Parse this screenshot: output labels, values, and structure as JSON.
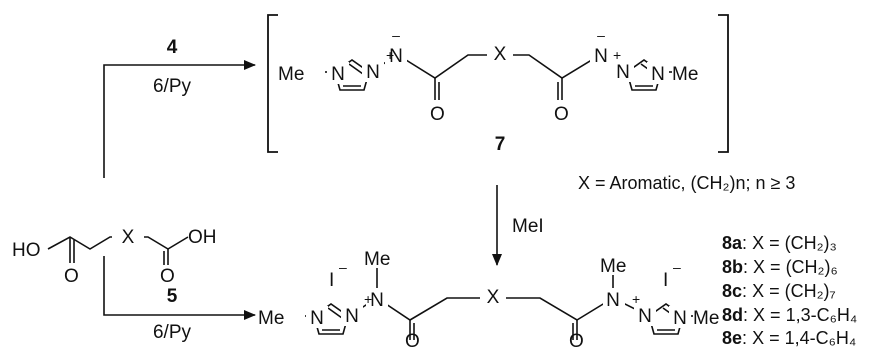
{
  "reagents": {
    "top_above": "4",
    "top_below": "6/Py",
    "bottom_above": "5",
    "bottom_below": "6/Py",
    "methylation": "MeI"
  },
  "compound_7_label": "7",
  "atoms": {
    "me": "Me",
    "n": "N",
    "x": "X",
    "o": "O",
    "ho": "HO",
    "oh": "OH",
    "iodide": "I"
  },
  "charges": {
    "plus": "+",
    "minus": "–"
  },
  "definition": "X = Aromatic, (CH₂)n; n ≥ 3",
  "compounds": [
    {
      "id": "8a",
      "sep": ":",
      "def": "X = (CH₂)₃"
    },
    {
      "id": "8b",
      "sep": ":",
      "def": "X = (CH₂)₆"
    },
    {
      "id": "8c",
      "sep": ":",
      "def": "X = (CH₂)₇"
    },
    {
      "id": "8d",
      "sep": ":",
      "def": "X = 1,3-C₆H₄"
    },
    {
      "id": "8e",
      "sep": ":",
      "def": "X = 1,4-C₆H₄"
    }
  ]
}
